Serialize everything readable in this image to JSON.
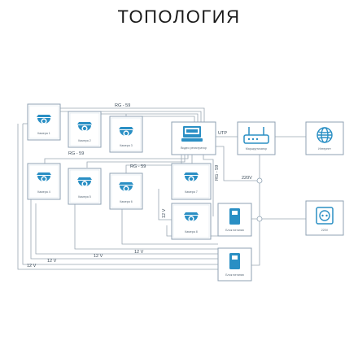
{
  "title": "ТОПОЛОГИЯ",
  "colors": {
    "accent": "#2a8fc4",
    "line": "#9aa6b2",
    "box_border": "#8fa2b3",
    "text": "#1a1a1a"
  },
  "devices": {
    "cam1": {
      "label": "Камера 1",
      "icon": "dome-camera-icon"
    },
    "cam2": {
      "label": "Камера 2",
      "icon": "dome-camera-icon"
    },
    "cam3": {
      "label": "Камера 3",
      "icon": "dome-camera-icon"
    },
    "cam4": {
      "label": "Камера 4",
      "icon": "dome-camera-icon"
    },
    "cam5": {
      "label": "Камера 5",
      "icon": "dome-camera-icon"
    },
    "cam6": {
      "label": "Камера 6",
      "icon": "dome-camera-icon"
    },
    "cam7": {
      "label": "Камера 7",
      "icon": "dome-camera-icon"
    },
    "cam8": {
      "label": "Камера 8",
      "icon": "dome-camera-icon"
    },
    "dvr": {
      "label": "Видео регистратор",
      "icon": "dvr-icon"
    },
    "router": {
      "label": "Маршрутизатор",
      "icon": "router-icon"
    },
    "internet": {
      "label": "Интернет",
      "icon": "globe-icon"
    },
    "psu1": {
      "label": "Блок питания",
      "icon": "power-supply-icon"
    },
    "psu2": {
      "label": "Блок питания",
      "icon": "power-supply-icon"
    },
    "socket": {
      "label": "220V",
      "icon": "power-socket-icon"
    }
  },
  "wire_labels": {
    "rg59_top": "RG - 59",
    "rg59_mid": "RG - 59",
    "rg59_low": "RG - 59",
    "rg59_vert": "RG - 59",
    "utp": "UTP",
    "v220": "220V",
    "v12_a": "12 V",
    "v12_b": "12 V",
    "v12_c": "12 V",
    "v12_d": "12 V",
    "v12_e": "12 V"
  }
}
